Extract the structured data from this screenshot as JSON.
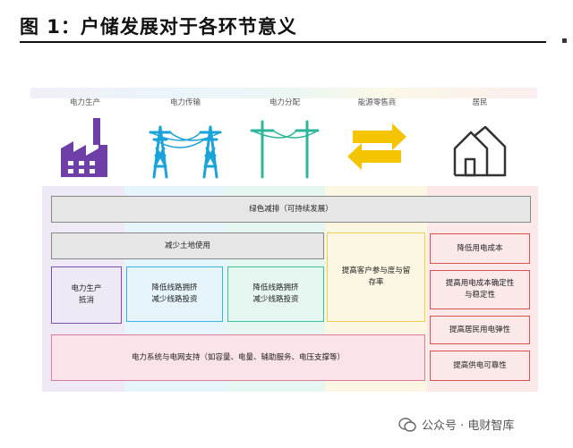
{
  "title": "图 1：户储发展对于各环节意义",
  "corner_mark": "▪",
  "columns": [
    {
      "label": "电力生产",
      "icon": "factory-icon",
      "color": "#6f3fa8"
    },
    {
      "label": "电力传输",
      "icon": "transmission-tower-icon",
      "color": "#1aa3d8"
    },
    {
      "label": "电力分配",
      "icon": "distribution-pole-icon",
      "color": "#2fb59a"
    },
    {
      "label": "能源零售商",
      "icon": "exchange-arrows-icon",
      "color": "#f5c400"
    },
    {
      "label": "居民",
      "icon": "house-icon",
      "color": "#333333"
    }
  ],
  "blocks": {
    "green_reduction": "绿色减排（可持续发展）",
    "reduce_land": "减少土地使用",
    "absorb_line1": "电力生产",
    "absorb_line2": "抵消",
    "transmit_line1": "降低线路拥挤",
    "transmit_line2": "减少线路投资",
    "distrib_line1": "降低线路拥挤",
    "distrib_line2": "减少线路投资",
    "retail_line1": "提高客户参与度与留",
    "retail_line2": "存率",
    "grid_support": "电力系统与电网支持（如容量、电量、辅助服务、电压支撑等）",
    "res_cost": "降低用电成本",
    "res_cert_line1": "提高用电成本确定性",
    "res_cert_line2": "与稳定性",
    "res_flex": "提高居民用电弹性",
    "res_reliab": "提高供电可靠性"
  },
  "watermark": "公众号 · 电财智库",
  "colors": {
    "purple": "#7a4fb3",
    "cyan": "#39b6de",
    "teal": "#3fbf9c",
    "yellow": "#f0d050",
    "red": "#d9534f",
    "pink_fill": "#fbe3ea"
  }
}
